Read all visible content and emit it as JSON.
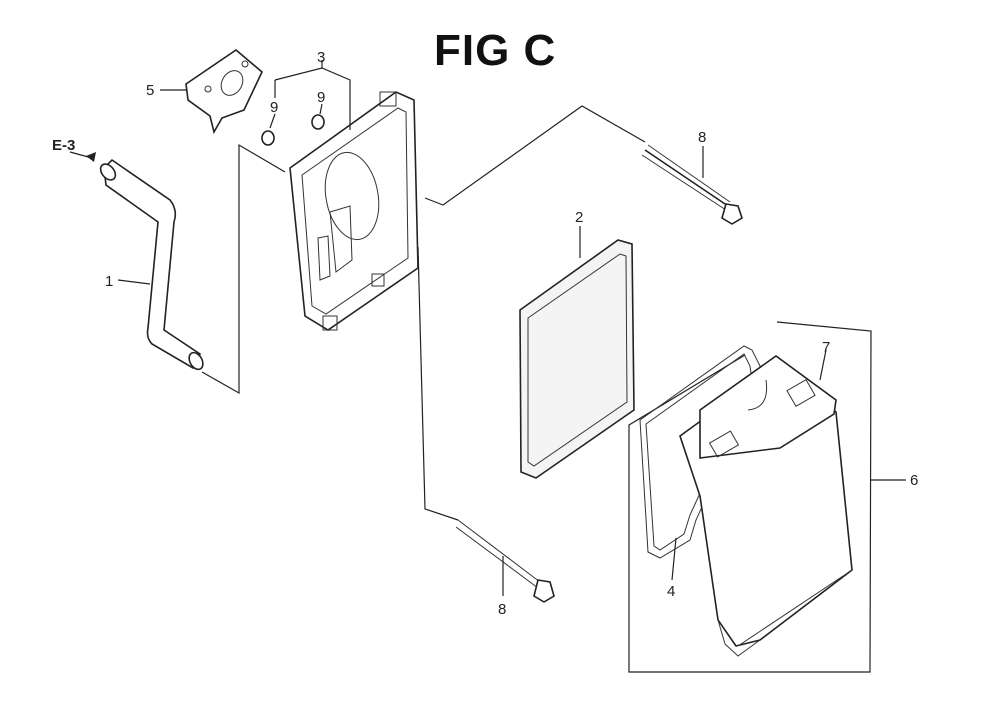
{
  "figure": {
    "title": "FIG C"
  },
  "reference": {
    "label": "E-3"
  },
  "callouts": [
    "1",
    "2",
    "3",
    "4",
    "5",
    "6",
    "7",
    "8",
    "8",
    "9",
    "9"
  ]
}
